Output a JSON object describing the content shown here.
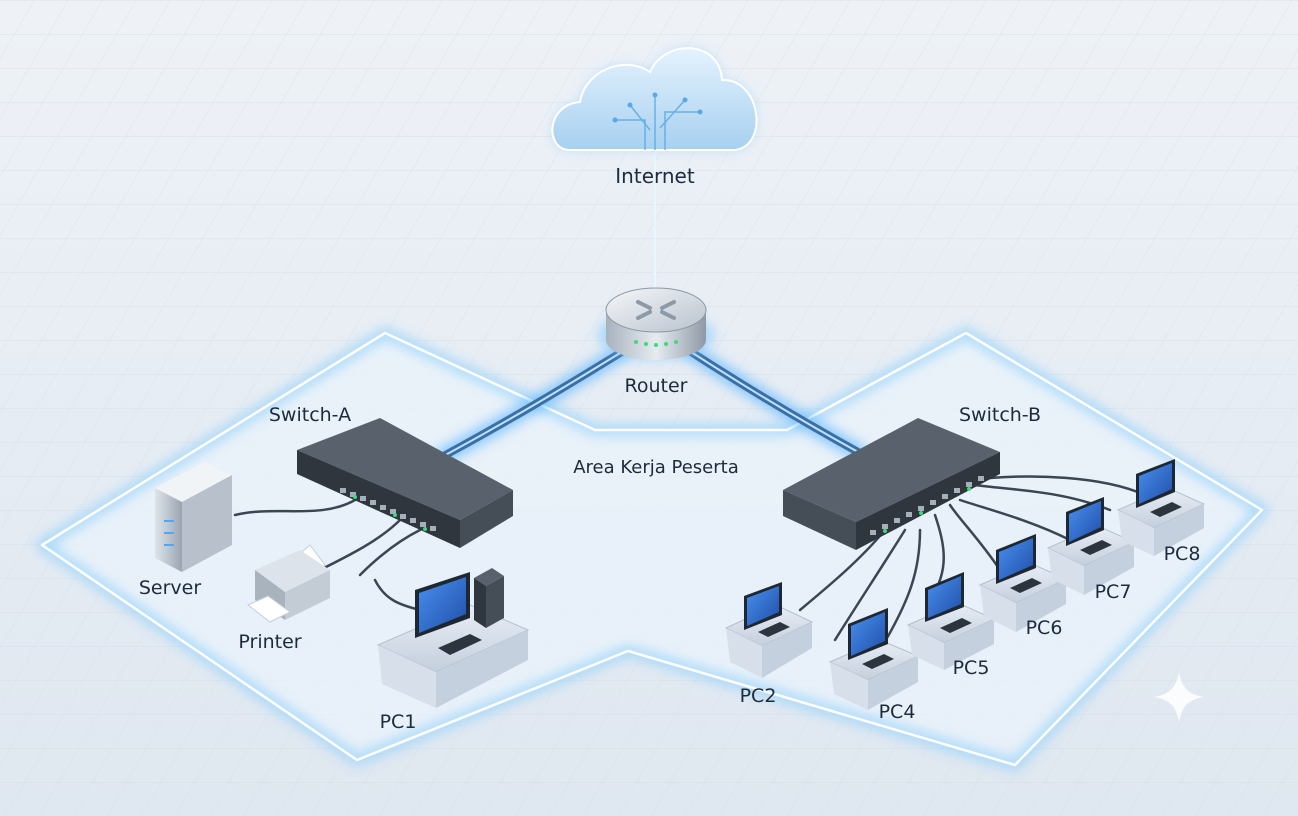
{
  "labels": {
    "internet": "Internet",
    "router": "Router",
    "switch_a": "Switch-A",
    "switch_b": "Switch-B",
    "area": "Area Kerja Peserta",
    "server": "Server",
    "printer": "Printer",
    "pc1": "PC1",
    "pc2": "PC2",
    "pc4": "PC4",
    "pc5": "PC5",
    "pc6": "PC6",
    "pc7": "PC7",
    "pc8": "PC8"
  },
  "colors": {
    "background": "#e6ecf3",
    "zone_glow": "#9fd4f7",
    "cable_glow": "#5fb8ff",
    "switch_body": "#3e464f",
    "monitor_screen": "#2f6fd0",
    "cloud": "#b9dcf6"
  },
  "icons": [
    "cloud-icon",
    "router-icon",
    "switch-icon",
    "server-icon",
    "printer-icon",
    "computer-icon",
    "sparkle-icon"
  ]
}
